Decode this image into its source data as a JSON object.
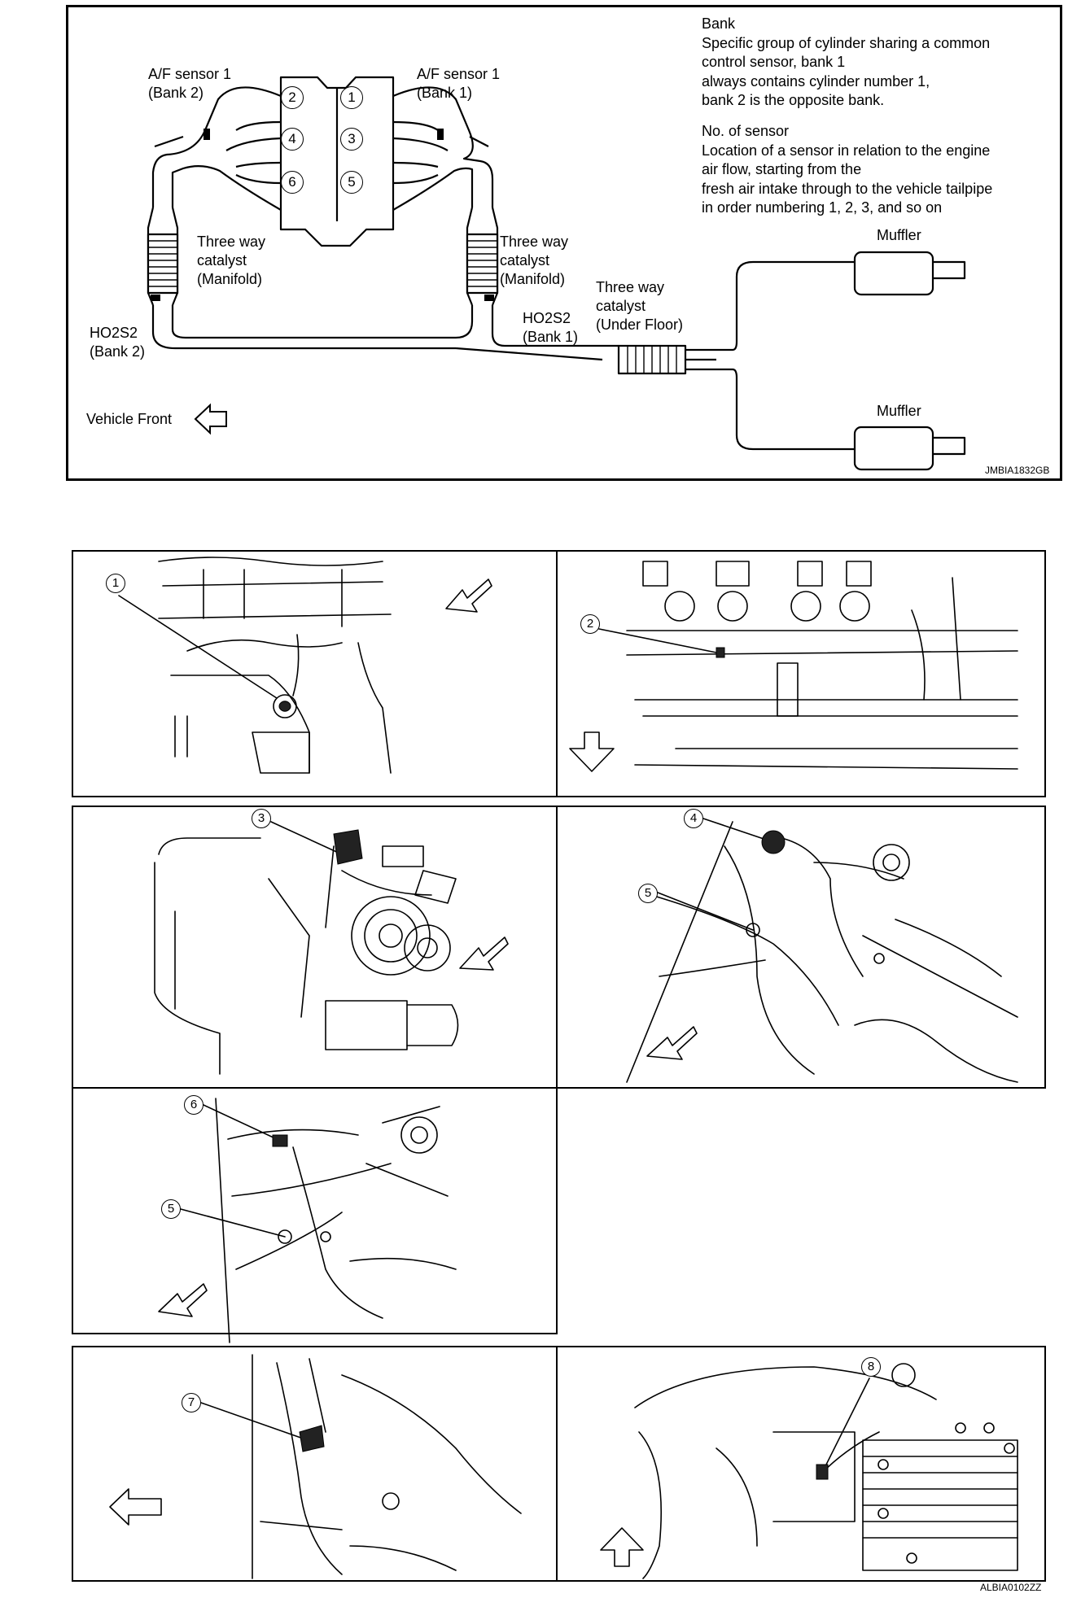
{
  "exhaust_diagram": {
    "labels": {
      "af_sensor_bank2_line1": "A/F sensor 1",
      "af_sensor_bank2_line2": "(Bank 2)",
      "af_sensor_bank1_line1": "A/F sensor 1",
      "af_sensor_bank1_line2": "(Bank 1)",
      "twc_left_line1": "Three way",
      "twc_left_line2": "catalyst",
      "twc_left_line3": "(Manifold)",
      "twc_right_line1": "Three way",
      "twc_right_line2": "catalyst",
      "twc_right_line3": "(Manifold)",
      "twc_under_line1": "Three way",
      "twc_under_line2": "catalyst",
      "twc_under_line3": "(Under Floor)",
      "ho2s2_bank2_line1": "HO2S2",
      "ho2s2_bank2_line2": "(Bank 2)",
      "ho2s2_bank1_line1": "HO2S2",
      "ho2s2_bank1_line2": "(Bank 1)",
      "muffler_top": "Muffler",
      "muffler_bottom": "Muffler",
      "vehicle_front": "Vehicle Front"
    },
    "cylinders": [
      "1",
      "2",
      "3",
      "4",
      "5",
      "6"
    ],
    "notes": {
      "bank_title": "Bank",
      "bank_lines": [
        "Specific group of cylinder sharing a common",
        "control sensor, bank 1",
        "always contains cylinder number 1,",
        "bank 2 is the opposite bank."
      ],
      "sensor_title": "No. of sensor",
      "sensor_lines": [
        "Location of a sensor in relation to the engine",
        "air flow, starting from the",
        "fresh air intake through to the vehicle tailpipe",
        "in order numbering 1, 2, 3, and so on"
      ]
    },
    "code": "JMBIA1832GB"
  },
  "photo_panels": {
    "callouts": [
      "1",
      "2",
      "3",
      "4",
      "5",
      "6",
      "5",
      "7",
      "8"
    ],
    "code": "ALBIA0102ZZ"
  }
}
